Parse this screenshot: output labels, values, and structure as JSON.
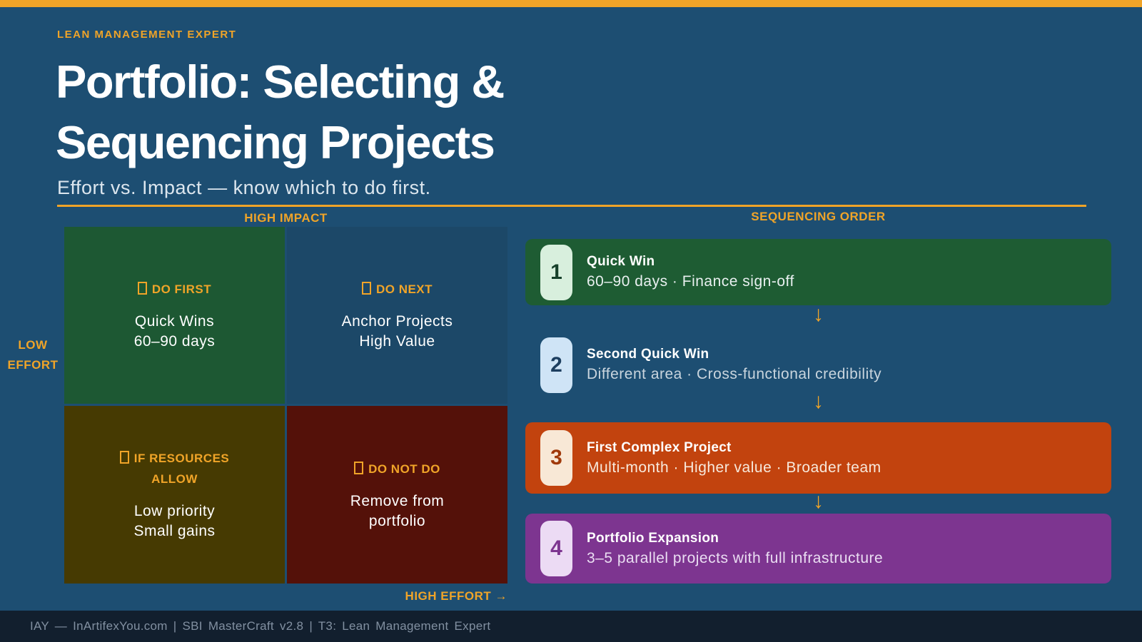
{
  "accent": "#F0A428",
  "page_bg": "#1D4E72",
  "header": {
    "kicker": "LEAN MANAGEMENT EXPERT",
    "title_line1": "Portfolio: Selecting &",
    "title_line2": "Sequencing Projects",
    "subtitle": "Effort vs. Impact — know which to do first."
  },
  "matrix": {
    "top_axis_label": "HIGH IMPACT",
    "left_axis_label": "LOW EFFORT",
    "bottom_axis_label": "HIGH EFFORT →",
    "quadrants": [
      {
        "label": "DO FIRST",
        "line1": "Quick Wins",
        "line2": "60–90 days",
        "bg": "#1D5833"
      },
      {
        "label": "DO NEXT",
        "line1": "Anchor Projects",
        "line2": "High Value",
        "bg": "#1C4868"
      },
      {
        "label": "IF RESOURCES ALLOW",
        "line1": "Low priority",
        "line2": "Small gains",
        "bg": "#463A02"
      },
      {
        "label": "DO NOT DO",
        "line1": "Remove from",
        "line2": "portfolio",
        "bg": "#541109"
      }
    ]
  },
  "sequence": {
    "heading": "SEQUENCING ORDER",
    "arrow": "↓",
    "steps": [
      {
        "num": "1",
        "title": "Quick Win",
        "detail": "60–90 days · Finance sign-off",
        "bg": "#1E5C33",
        "badge_bg": "#D8EFDD",
        "badge_color": "#16402A"
      },
      {
        "num": "2",
        "title": "Second Quick Win",
        "detail": "Different area · Cross-functional credibility",
        "bg": "transparent",
        "badge_bg": "#CFE4F6",
        "badge_color": "#1C3E5F"
      },
      {
        "num": "3",
        "title": "First Complex Project",
        "detail": "Multi-month · Higher value · Broader team",
        "bg": "#C2430E",
        "badge_bg": "#F8E8D6",
        "badge_color": "#A0390A"
      },
      {
        "num": "4",
        "title": "Portfolio Expansion",
        "detail": "3–5 parallel projects with full infrastructure",
        "bg": "#7D3590",
        "badge_bg": "#ECDBF4",
        "badge_color": "#7D3590"
      }
    ]
  },
  "icons": {
    "quadrant_label_prefix": "missing-glyph-box",
    "step_arrow": "down-arrow",
    "high_effort_arrow": "right-arrow"
  },
  "footer": {
    "text": "IAY — InArtifexYou.com  |  SBI MasterCraft v2.8  |  T3: Lean Management Expert"
  }
}
